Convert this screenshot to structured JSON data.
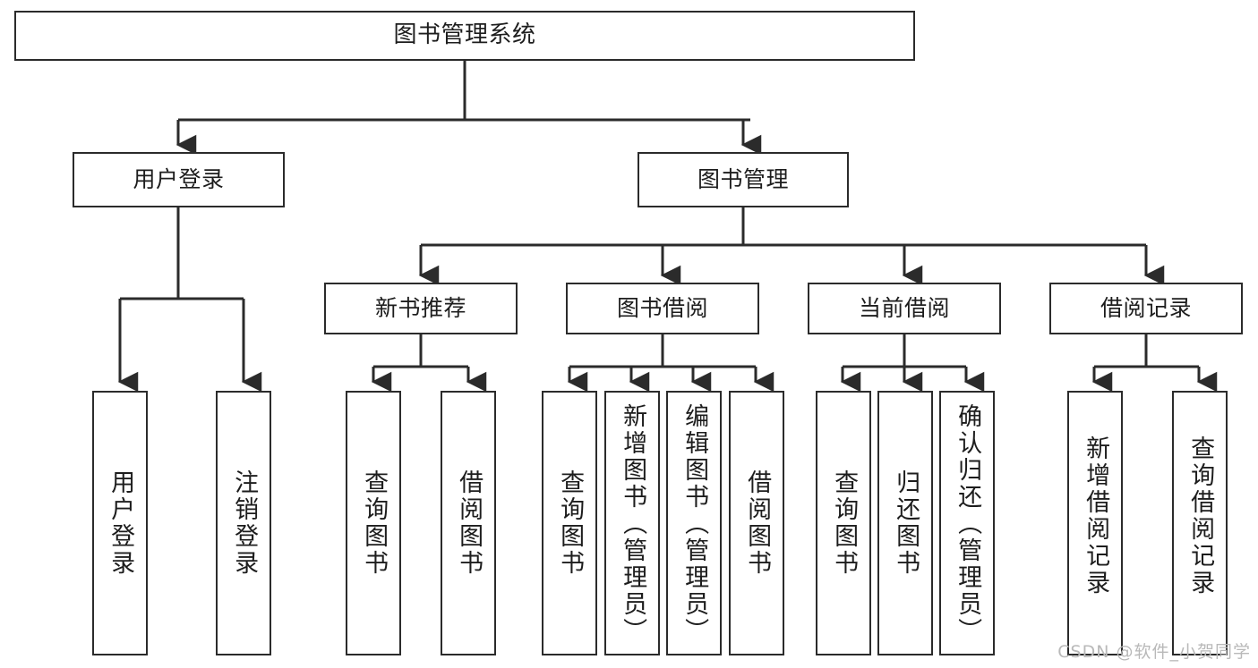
{
  "diagram": {
    "type": "tree",
    "title": "图书管理系统",
    "watermark": "CSDN @软件_小贺同学",
    "colors": {
      "stroke": "#2b2b2b",
      "fill": "#ffffff",
      "text": "#1d1d1d",
      "watermark": "#b9b9b9"
    },
    "levels": {
      "root": {
        "label": "图书管理系统"
      },
      "level2": [
        {
          "label": "用户登录"
        },
        {
          "label": "图书管理"
        }
      ],
      "level3": [
        {
          "label": "新书推荐"
        },
        {
          "label": "图书借阅"
        },
        {
          "label": "当前借阅"
        },
        {
          "label": "借阅记录"
        }
      ],
      "leaves_user_login": [
        {
          "label": "用户登录"
        },
        {
          "label": "注销登录"
        }
      ],
      "leaves_new_book": [
        {
          "label": "查询图书"
        },
        {
          "label": "借阅图书"
        }
      ],
      "leaves_borrow": [
        {
          "label": "查询图书"
        },
        {
          "label": "新增图书（管理员）"
        },
        {
          "label": "编辑图书（管理员）"
        },
        {
          "label": "借阅图书"
        }
      ],
      "leaves_current": [
        {
          "label": "查询图书"
        },
        {
          "label": "归还图书"
        },
        {
          "label": "确认归还（管理员）"
        }
      ],
      "leaves_records": [
        {
          "label": "新增借阅记录"
        },
        {
          "label": "查询借阅记录"
        }
      ]
    }
  }
}
